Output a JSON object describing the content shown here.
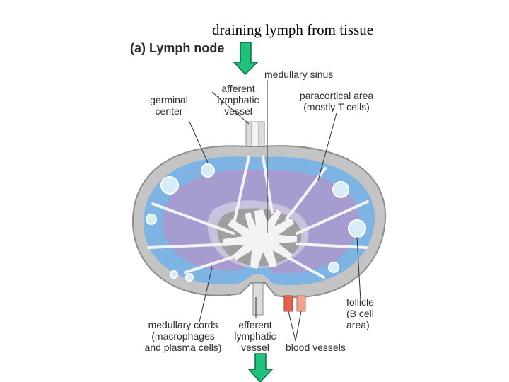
{
  "caption": "draining lymph from tissue",
  "title": "(a) Lymph node",
  "labels": {
    "medullary_sinus": "medullary sinus",
    "afferent": [
      "afferent",
      "lymphatic",
      "vessel"
    ],
    "germinal_center": [
      "germinal",
      "center"
    ],
    "paracortical": [
      "paracortical area",
      "(mostly T cells)"
    ],
    "follicle": [
      "follicle",
      "(B cell",
      "area)"
    ],
    "medullary_cords": [
      "medullary cords",
      "(macrophages",
      "and plasma cells)"
    ],
    "efferent": [
      "efferent",
      "lymphatic",
      "vessel"
    ],
    "blood_vessels": "blood vessels"
  },
  "colors": {
    "arrow": "#1fc17b",
    "capsule": "#c4c4c4",
    "follicle": "#7db4e3",
    "paracortex": "#a69cd0",
    "medulla": "#cac1dd",
    "sinus": "#f3f3f3",
    "artery": "#e8614f",
    "vein": "#f3a08e"
  }
}
